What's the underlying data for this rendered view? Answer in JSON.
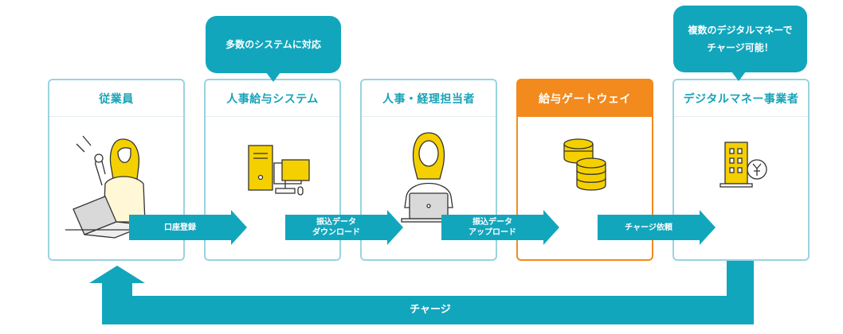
{
  "cards": [
    {
      "title": "従業員",
      "illus": "employee-with-laptop"
    },
    {
      "title": "人事給与システム",
      "illus": "computer-server"
    },
    {
      "title": "人事・経理担当者",
      "illus": "staff-with-laptop"
    },
    {
      "title": "給与ゲートウェイ",
      "illus": "coin-stack"
    },
    {
      "title": "デジタルマネー事業者",
      "illus": "building-with-yen-coin"
    }
  ],
  "bubbles": [
    {
      "lines": [
        "多数のシステムに対応"
      ]
    },
    {
      "lines": [
        "複数のデジタルマネーで",
        "チャージ可能！"
      ]
    }
  ],
  "arrows": [
    {
      "lines": [
        "口座登録"
      ]
    },
    {
      "lines": [
        "振込データ",
        "ダウンロード"
      ]
    },
    {
      "lines": [
        "振込データ",
        "アップロード"
      ]
    },
    {
      "lines": [
        "チャージ依頼"
      ]
    }
  ],
  "return_arrow": {
    "label": "チャージ"
  },
  "colors": {
    "accent": "#12a6bd",
    "highlight": "#f28a1d",
    "border": "#9ad3e0",
    "yellow": "#f5d000"
  }
}
